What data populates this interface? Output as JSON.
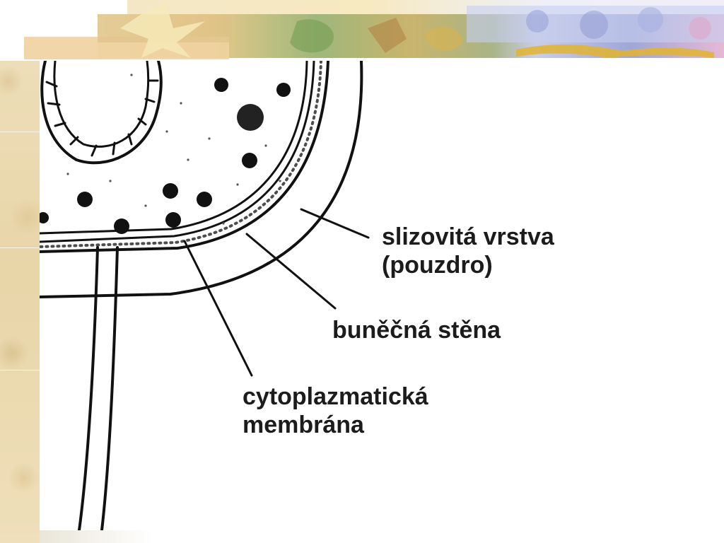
{
  "slide": {
    "labels": {
      "slime_layer_line1": "slizovitá vrstva",
      "slime_layer_line2": "(pouzdro)",
      "cell_wall": "buněčná stěna",
      "membrane_line1": "cytoplazmatická",
      "membrane_line2": "membrána"
    }
  }
}
